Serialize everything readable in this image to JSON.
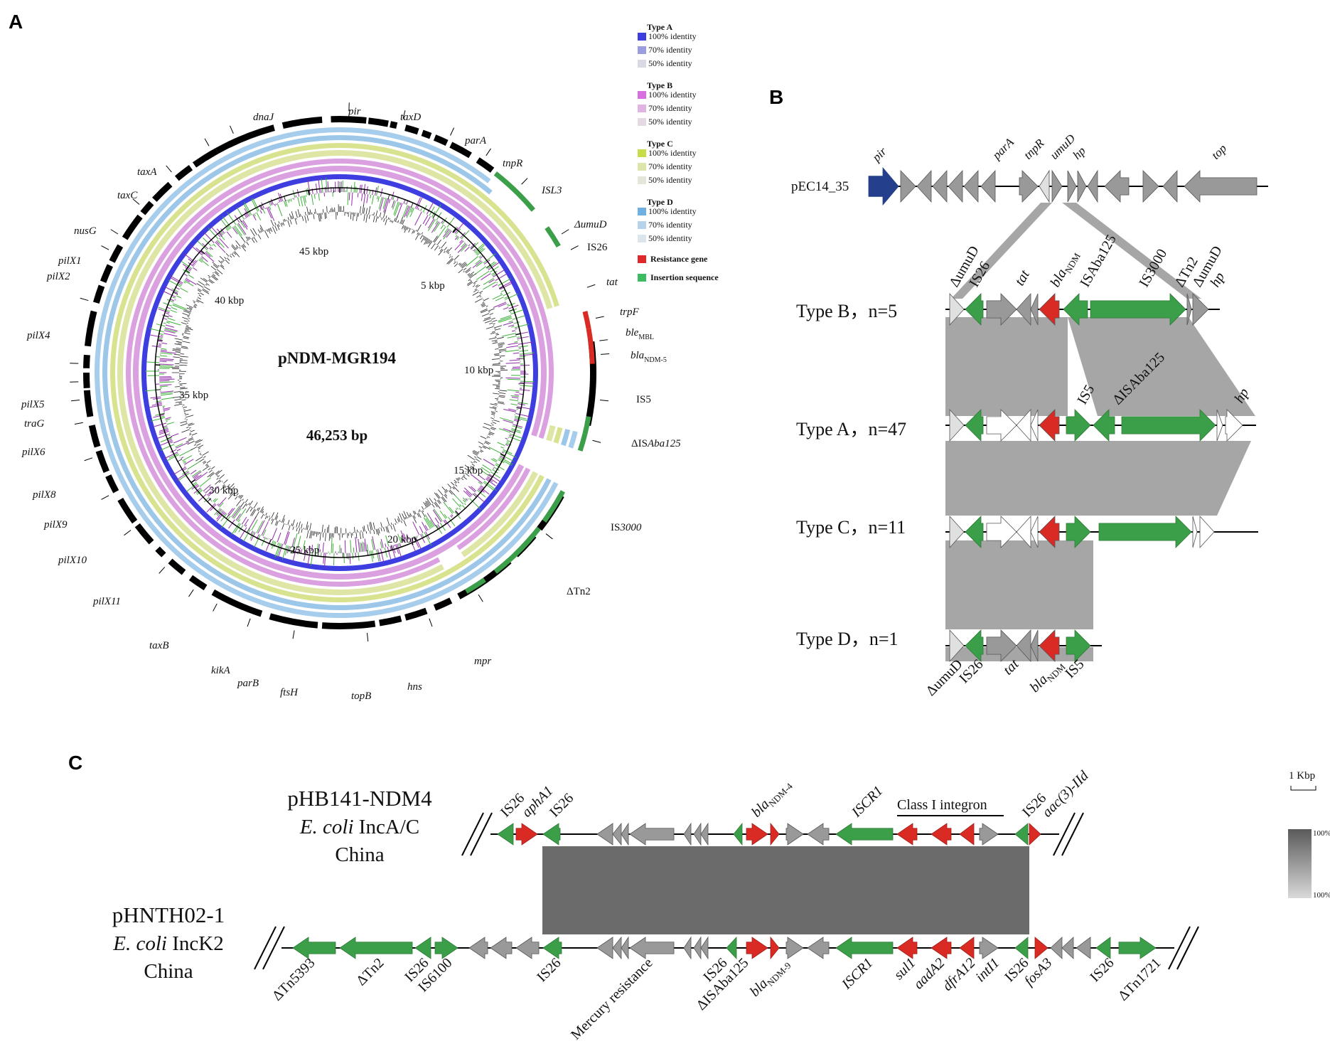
{
  "panels": {
    "a": "A",
    "b": "B",
    "c": "C"
  },
  "colors": {
    "gene_gray": "#999999",
    "gene_green": "#3b9e48",
    "resistance_red": "#d92a24",
    "pir_blue": "#243f8c",
    "homology_gray": "#a6a6a6",
    "homology_dark": "#6b6b6b",
    "ring_typeA": "#3d3de0",
    "ring_typeB": "#dba0e0",
    "ring_typeC": "#d9e38f",
    "ring_typeD": "#9cc7e8",
    "gc_purple": "#8f2aa8",
    "gc_green": "#3fb13a"
  },
  "panel_a": {
    "plasmid_name": "pNDM-MGR194",
    "size": "46,253 bp",
    "scale_labels": [
      "5 kbp",
      "10 kbp",
      "15 kbp",
      "20 kbp",
      "25 kbp",
      "30 kbp",
      "35 kbp",
      "40 kbp",
      "45 kbp"
    ],
    "legend": {
      "groups": [
        {
          "title": "Type A",
          "items": [
            "100% identity",
            "70% identity",
            "50% identity"
          ],
          "colors": [
            "#3d3de0",
            "#9c9ce0",
            "#d9d9e3"
          ]
        },
        {
          "title": "Type B",
          "items": [
            "100% identity",
            "70% identity",
            "50% identity"
          ],
          "colors": [
            "#d86ee0",
            "#e0b3e3",
            "#e3dae3"
          ]
        },
        {
          "title": "Type C",
          "items": [
            "100% identity",
            "70% identity",
            "50% identity"
          ],
          "colors": [
            "#c8dc4a",
            "#dde5a8",
            "#e4e6d9"
          ]
        },
        {
          "title": "Type D",
          "items": [
            "100% identity",
            "70% identity",
            "50% identity"
          ],
          "colors": [
            "#6fb0e3",
            "#b7d3ec",
            "#dde5ec"
          ]
        }
      ],
      "extra": [
        {
          "label": "Resistance gene",
          "color": "#e0272a"
        },
        {
          "label": "Insertion sequence",
          "color": "#3dbb63"
        }
      ]
    },
    "gene_labels": [
      "dnaJ",
      "pir",
      "taxD",
      "parA",
      "tnpR",
      "ISL3",
      "ΔumuD",
      "IS26",
      "tat",
      "trpF",
      "ble",
      "MBL",
      "bla",
      "NDM-5",
      "IS5",
      "ΔIS",
      "Aba125",
      "IS",
      "3000",
      "ΔTn2",
      "mpr",
      "hns",
      "topB",
      "ftsH",
      "parB",
      "kikA",
      "taxB",
      "pilX11",
      "pilX10",
      "pilX9",
      "pilX8",
      "pilX6",
      "traG",
      "pilX5",
      "pilX4",
      "pilX2",
      "pilX1",
      "nusG",
      "taxC",
      "taxA"
    ]
  },
  "panel_b": {
    "reference": "pEC14_35",
    "ref_labels": [
      "pir",
      "parA",
      "tnpR",
      "umuD",
      "hp",
      "top"
    ],
    "types": [
      "Type B，n=5",
      "Type A，n=47",
      "Type C，n=11",
      "Type D，n=1"
    ],
    "top_labels": [
      "ΔumuD",
      "IS26",
      "tat",
      "bla",
      "NDM",
      "ISAba125",
      "IS3000",
      "ΔTn2",
      "ΔumuD",
      "hp"
    ],
    "mid_labels": [
      "IS5",
      "ΔISAba125",
      "hp"
    ],
    "bottom_labels": [
      "ΔumuD",
      "IS26",
      "tat",
      "bla",
      "NDM",
      "IS5"
    ]
  },
  "panel_c": {
    "plasmid1": {
      "name": "pHB141-NDM4",
      "species": "E. coli",
      "inc": " IncA/C",
      "country": "China"
    },
    "plasmid2": {
      "name": "pHNTH02-1",
      "species": "E. coli",
      "inc": " IncK2",
      "country": "China"
    },
    "top_labels": [
      "IS26",
      "aphA1",
      "IS26",
      "bla",
      "NDM-4",
      "ISCR1",
      "Class I integron",
      "IS26",
      "aac(3)-IId"
    ],
    "bottom_labels": [
      "ΔTn5393",
      "ΔTn2",
      "IS26",
      "IS6100",
      "IS26",
      "Mercury resistance",
      "IS26",
      "ΔISAba125",
      "bla",
      "NDM-9",
      "ISCR1",
      "sul1",
      "aadA2",
      "dfrA12",
      "intI1",
      "IS26",
      "fosA3",
      "IS26",
      "ΔTn1721"
    ],
    "scale": "1 Kbp",
    "gradient": [
      "100%",
      "100%"
    ]
  }
}
